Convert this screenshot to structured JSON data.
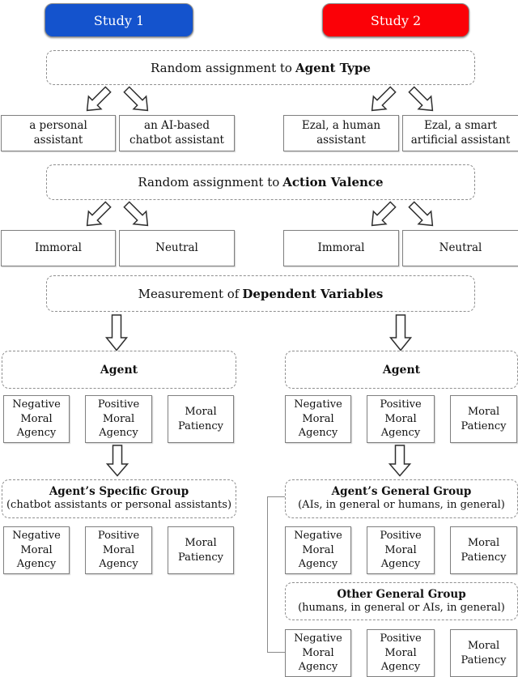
{
  "studies": {
    "study1": {
      "label": "Study 1",
      "color": "#1453cd"
    },
    "study2": {
      "label": "Study 2",
      "color": "#fb0107"
    }
  },
  "stages": {
    "agent_type": {
      "prefix": "Random assignment to",
      "emphasis": "Agent Type"
    },
    "action_valence": {
      "prefix": "Random assignment to",
      "emphasis": "Action Valence"
    },
    "dependent_vars": {
      "prefix": "Measurement of",
      "emphasis": "Dependent Variables"
    }
  },
  "study1": {
    "agent_type_conditions": [
      "a personal\nassistant",
      "an AI-based\nchatbot assistant"
    ],
    "valence_conditions": [
      "Immoral",
      "Neutral"
    ],
    "agent_label": "Agent",
    "specific_group": {
      "title": "Agent’s Specific Group",
      "subtitle": "(chatbot assistants or personal assistants)"
    }
  },
  "study2": {
    "agent_type_conditions": [
      "Ezal, a human\nassistant",
      "Ezal, a smart\nartificial assistant"
    ],
    "valence_conditions": [
      "Immoral",
      "Neutral"
    ],
    "agent_label": "Agent",
    "general_group": {
      "title": "Agent’s General Group",
      "subtitle": "(AIs, in general or humans, in general)"
    },
    "other_general_group": {
      "title": "Other General Group",
      "subtitle": "(humans, in general or AIs, in general)"
    }
  },
  "measures": [
    "Negative\nMoral\nAgency",
    "Positive\nMoral\nAgency",
    "Moral\nPatiency"
  ]
}
